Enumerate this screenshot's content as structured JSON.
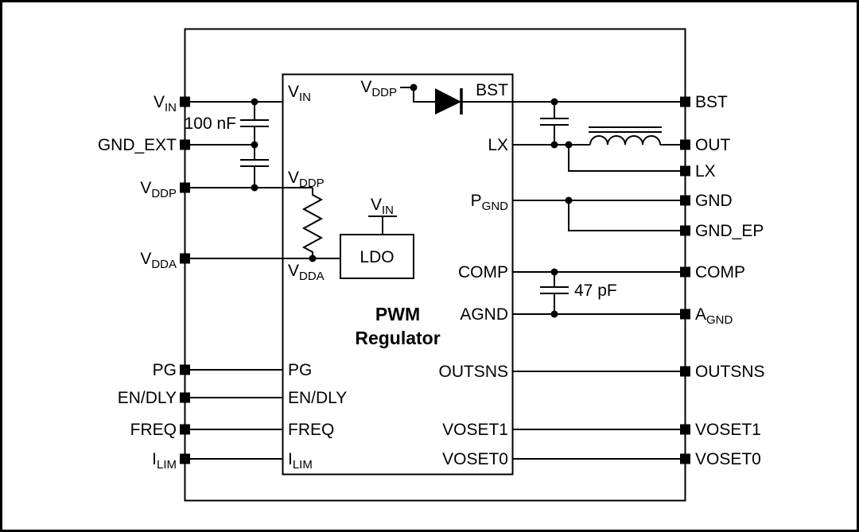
{
  "outer_left_pins": [
    {
      "t": "V",
      "s": "IN"
    },
    {
      "t": "GND_EXT",
      "s": ""
    },
    {
      "t": "V",
      "s": "DDP"
    },
    {
      "t": "V",
      "s": "DDA"
    },
    {
      "t": "PG",
      "s": ""
    },
    {
      "t": "EN/DLY",
      "s": ""
    },
    {
      "t": "FREQ",
      "s": ""
    },
    {
      "t": "I",
      "s": "LIM"
    }
  ],
  "outer_right_pins": [
    {
      "t": "BST",
      "s": ""
    },
    {
      "t": "OUT",
      "s": ""
    },
    {
      "t": "LX",
      "s": ""
    },
    {
      "t": "GND",
      "s": ""
    },
    {
      "t": "GND_EP",
      "s": ""
    },
    {
      "t": "COMP",
      "s": ""
    },
    {
      "t": "A",
      "s": "GND"
    },
    {
      "t": "OUTSNS",
      "s": ""
    },
    {
      "t": "VOSET1",
      "s": ""
    },
    {
      "t": "VOSET0",
      "s": ""
    }
  ],
  "block_left_pins": [
    {
      "t": "V",
      "s": "IN"
    },
    {
      "t": "V",
      "s": "DDP"
    },
    {
      "t": "V",
      "s": "DDA"
    },
    {
      "t": "PG",
      "s": ""
    },
    {
      "t": "EN/DLY",
      "s": ""
    },
    {
      "t": "FREQ",
      "s": ""
    },
    {
      "t": "I",
      "s": "LIM"
    }
  ],
  "block_right_pins": [
    {
      "t": "BST",
      "s": ""
    },
    {
      "t": "LX",
      "s": ""
    },
    {
      "t": "P",
      "s": "GND"
    },
    {
      "t": "COMP",
      "s": ""
    },
    {
      "t": "AGND",
      "s": ""
    },
    {
      "t": "OUTSNS",
      "s": ""
    },
    {
      "t": "VOSET1",
      "s": ""
    },
    {
      "t": "VOSET0",
      "s": ""
    }
  ],
  "block_title": {
    "line1": "PWM",
    "line2": "Regulator"
  },
  "ldo": {
    "label": "LDO",
    "supply": {
      "t": "V",
      "s": "IN"
    }
  },
  "bootstrap": {
    "supply": {
      "t": "V",
      "s": "DDP"
    }
  },
  "capacitors": {
    "input_cap": "100 nF",
    "comp_cap": "47 pF"
  },
  "colors": {
    "line": "#000000",
    "background": "#ffffff"
  }
}
